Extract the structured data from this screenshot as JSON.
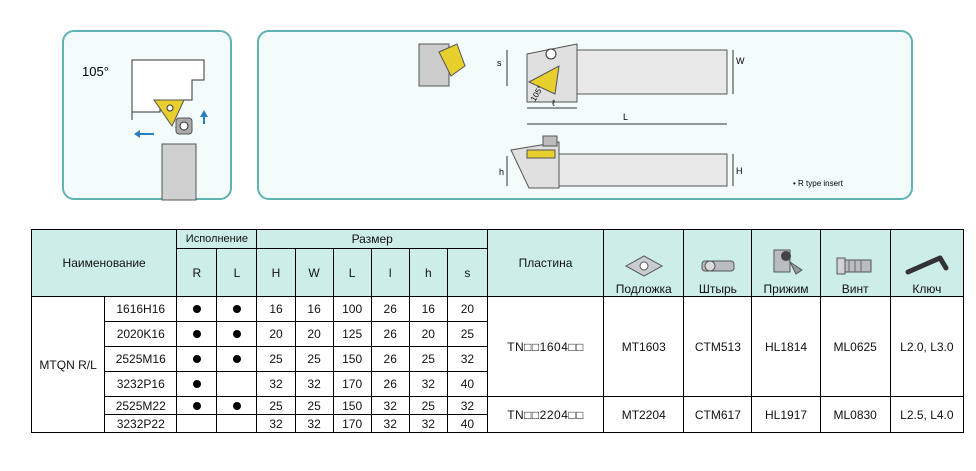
{
  "diagram": {
    "angle_label": "105°",
    "dim_s": "s",
    "dim_w": "W",
    "dim_l_small": "ℓ",
    "dim_L": "L",
    "dim_h": "h",
    "dim_H": "H",
    "dim_105": "105°",
    "note": "• R type insert"
  },
  "table": {
    "name_header": "Наименование",
    "execution_header": "Исполнение",
    "size_header": "Размер",
    "insert_header": "Пластина",
    "exec_cols": [
      "R",
      "L"
    ],
    "size_cols": [
      "H",
      "W",
      "L",
      "l",
      "h",
      "s"
    ],
    "accessories": [
      {
        "label": "Подложка",
        "icon": "shim-icon"
      },
      {
        "label": "Штырь",
        "icon": "pin-icon"
      },
      {
        "label": "Прижим",
        "icon": "clamp-icon"
      },
      {
        "label": "Винт",
        "icon": "screw-icon"
      },
      {
        "label": "Ключ",
        "icon": "key-icon"
      }
    ],
    "family": "MTQN R/L",
    "groups": [
      {
        "insert": "TN□□1604□□",
        "shim": "MT1603",
        "pin": "CTM513",
        "clamp": "HL1814",
        "screw": "ML0625",
        "key": "L2.0, L3.0",
        "rows": [
          {
            "code": "1616H16",
            "R": true,
            "L": true,
            "H": "16",
            "W": "16",
            "Lv": "100",
            "l": "26",
            "h": "16",
            "s": "20"
          },
          {
            "code": "2020K16",
            "R": true,
            "L": true,
            "H": "20",
            "W": "20",
            "Lv": "125",
            "l": "26",
            "h": "20",
            "s": "25"
          },
          {
            "code": "2525M16",
            "R": true,
            "L": true,
            "H": "25",
            "W": "25",
            "Lv": "150",
            "l": "26",
            "h": "25",
            "s": "32"
          },
          {
            "code": "3232P16",
            "R": true,
            "L": false,
            "H": "32",
            "W": "32",
            "Lv": "170",
            "l": "26",
            "h": "32",
            "s": "40"
          }
        ]
      },
      {
        "insert": "TN□□2204□□",
        "shim": "MT2204",
        "pin": "CTM617",
        "clamp": "HL1917",
        "screw": "ML0830",
        "key": "L2.5, L4.0",
        "rows": [
          {
            "code": "2525M22",
            "R": true,
            "L": true,
            "H": "25",
            "W": "25",
            "Lv": "150",
            "l": "32",
            "h": "25",
            "s": "32"
          },
          {
            "code": "3232P22",
            "R": false,
            "L": false,
            "H": "32",
            "W": "32",
            "Lv": "170",
            "l": "32",
            "h": "32",
            "s": "40"
          }
        ]
      }
    ]
  }
}
